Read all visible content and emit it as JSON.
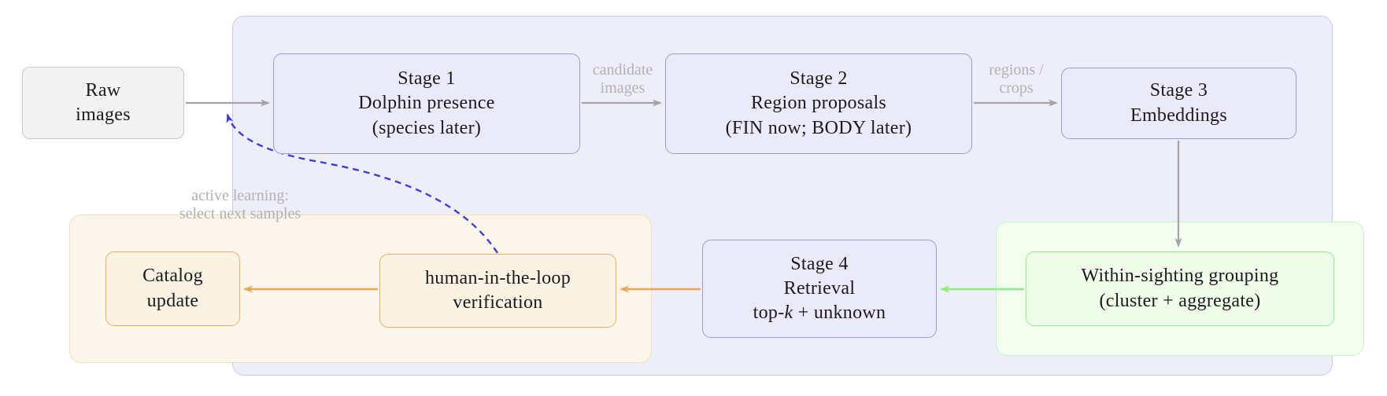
{
  "diagram": {
    "nodes": {
      "raw": {
        "lines": [
          "Raw",
          "images"
        ]
      },
      "stage1": {
        "lines": [
          "Stage 1",
          "Dolphin presence",
          "(species later)"
        ]
      },
      "stage2": {
        "lines": [
          "Stage 2",
          "Region proposals",
          "(FIN now; BODY later)"
        ]
      },
      "stage3": {
        "lines": [
          "Stage 3",
          "Embeddings"
        ]
      },
      "stage4": {
        "line1": "Stage 4",
        "line2": "Retrieval",
        "line3_prefix": "top-",
        "line3_italic": "k",
        "line3_suffix": " + unknown"
      },
      "grouping": {
        "lines": [
          "Within-sighting grouping",
          "(cluster + aggregate)"
        ]
      },
      "hitl": {
        "lines": [
          "human-in-the-loop",
          "verification"
        ]
      },
      "catalog": {
        "lines": [
          "Catalog",
          "update"
        ]
      }
    },
    "edge_labels": {
      "candidate": {
        "lines": [
          "candidate",
          "images"
        ]
      },
      "regions": {
        "lines": [
          "regions /",
          "crops"
        ]
      },
      "active": {
        "lines": [
          "active learning:",
          "select next samples"
        ]
      }
    },
    "colors": {
      "text": "#1b1b1b",
      "label_gray": "#b2b2b2",
      "gray_fill": "#f3f3f3",
      "gray_border": "#c6c6c6",
      "purple_fill": "#eaeafa",
      "purple_border": "#9b9be4",
      "container_fill": "#edeef9",
      "container_border": "#c8cbf3",
      "green_fill": "#f0fdeb",
      "green_border": "#90f283",
      "green_container_fill": "#f3fef1",
      "green_container_border": "#c6f8bd",
      "orange_fill": "#fbf2e3",
      "orange_border": "#f0b063",
      "orange_container_fill": "#fdf6ed",
      "orange_container_border": "#f8ddb0",
      "arrow_gray": "#a3a3a3",
      "arrow_orange": "#eda64f",
      "arrow_green": "#8cee7d",
      "arrow_blue": "#3d3ddf"
    }
  }
}
